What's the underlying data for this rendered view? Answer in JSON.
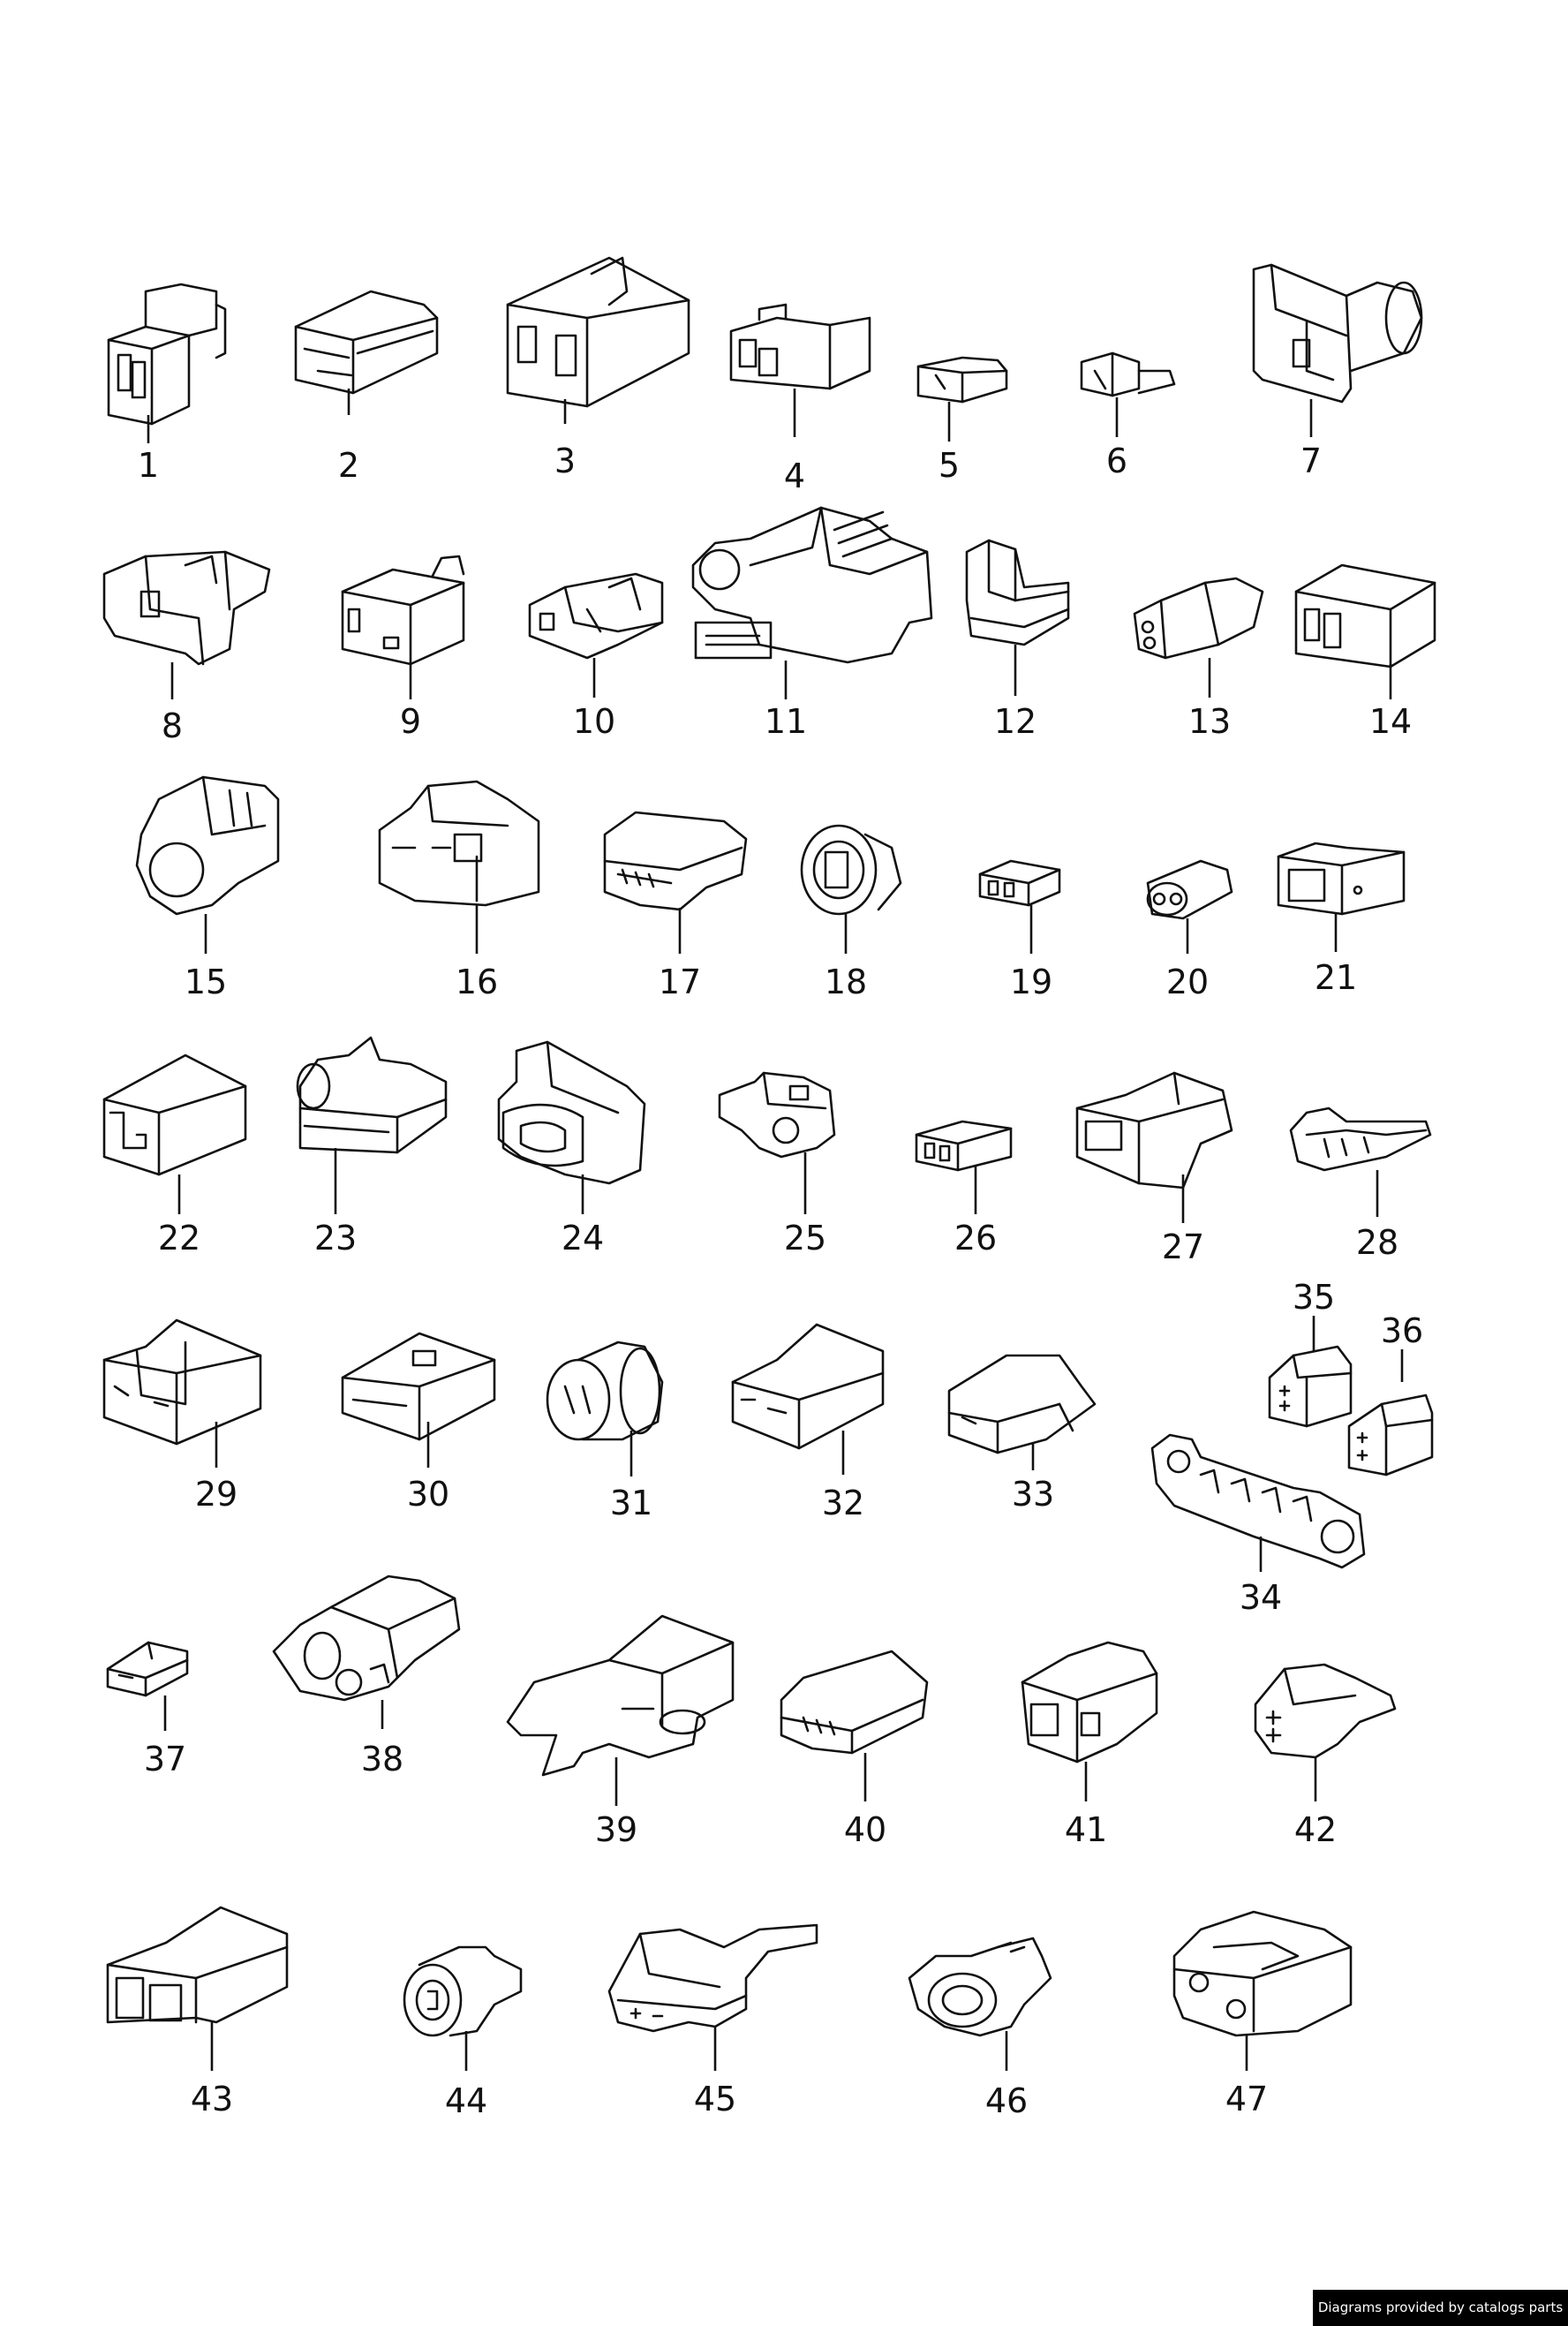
{
  "diagram": {
    "part_numbers": [
      "1",
      "2",
      "3",
      "4",
      "5",
      "6",
      "7",
      "8",
      "9",
      "10",
      "11",
      "12",
      "13",
      "14",
      "15",
      "16",
      "17",
      "18",
      "19",
      "20",
      "21",
      "22",
      "23",
      "24",
      "25",
      "26",
      "27",
      "28",
      "29",
      "30",
      "31",
      "32",
      "33",
      "34",
      "35",
      "36",
      "37",
      "38",
      "39",
      "40",
      "41",
      "42",
      "43",
      "44",
      "45",
      "46",
      "47"
    ]
  },
  "credit": "Diagrams provided by catalogs parts"
}
